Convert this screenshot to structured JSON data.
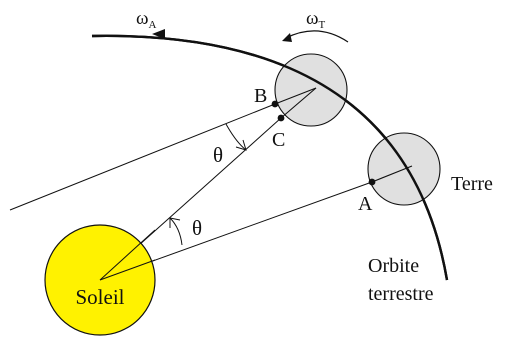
{
  "labels": {
    "omega_a": {
      "main": "ω",
      "sub": "A"
    },
    "omega_t": {
      "main": "ω",
      "sub": "T"
    },
    "point_b": "B",
    "point_c": "C",
    "point_a": "A",
    "theta_upper": "θ",
    "theta_lower": "θ",
    "earth": "Terre",
    "orbit_line1": "Orbite",
    "orbit_line2": "terrestre",
    "sun": "Soleil"
  },
  "colors": {
    "sun_fill": "#fff200",
    "earth_fill": "#e0e0e0",
    "stroke": "#111111"
  }
}
